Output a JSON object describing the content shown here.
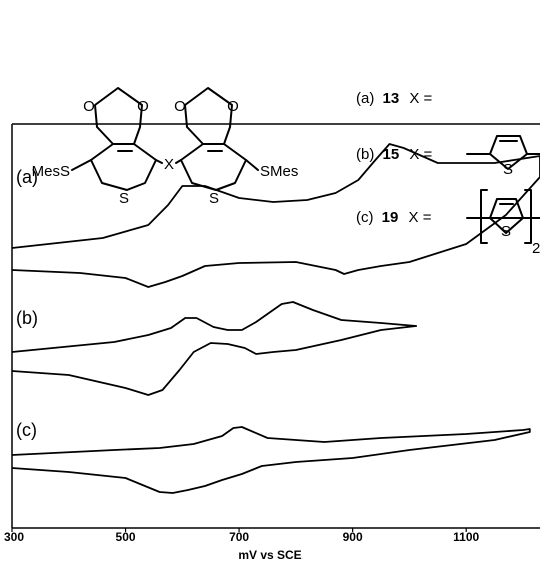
{
  "structure": {
    "left_substituent": "MesS",
    "right_substituent": "SMes",
    "linker": "X",
    "sulfur": "S",
    "oxygen": "O"
  },
  "compounds": [
    {
      "tag": "(a)",
      "number": "13",
      "x_label": "X ="
    },
    {
      "tag": "(b)",
      "number": "15",
      "x_label": "X ="
    },
    {
      "tag": "(c)",
      "number": "19",
      "x_label": "X =",
      "subscript": "2"
    }
  ],
  "chart_data": {
    "type": "line",
    "xlabel": "mV vs SCE",
    "xlim": [
      300,
      1230
    ],
    "xticks": [
      300,
      500,
      700,
      900,
      1100
    ],
    "grid": false,
    "traces": [
      {
        "name": "(a)",
        "label": "(a)",
        "upper": [
          [
            300,
            248
          ],
          [
            460,
            238
          ],
          [
            540,
            225
          ],
          [
            575,
            205
          ],
          [
            600,
            186
          ],
          [
            640,
            186
          ],
          [
            700,
            198
          ],
          [
            760,
            202
          ],
          [
            820,
            200
          ],
          [
            870,
            193
          ],
          [
            910,
            180
          ],
          [
            940,
            160
          ],
          [
            965,
            144
          ],
          [
            990,
            148
          ],
          [
            1050,
            163
          ],
          [
            1150,
            163
          ],
          [
            1230,
            156
          ]
        ],
        "lower": [
          [
            1230,
            177
          ],
          [
            1170,
            215
          ],
          [
            1100,
            244
          ],
          [
            1000,
            262
          ],
          [
            950,
            266
          ],
          [
            910,
            270
          ],
          [
            885,
            274
          ],
          [
            870,
            270
          ],
          [
            800,
            262
          ],
          [
            700,
            263
          ],
          [
            640,
            266
          ],
          [
            600,
            276
          ],
          [
            570,
            282
          ],
          [
            540,
            287
          ],
          [
            500,
            278
          ],
          [
            420,
            273
          ],
          [
            300,
            270
          ]
        ]
      },
      {
        "name": "(b)",
        "label": "(b)",
        "upper": [
          [
            300,
            352
          ],
          [
            480,
            342
          ],
          [
            540,
            335
          ],
          [
            580,
            328
          ],
          [
            605,
            318
          ],
          [
            625,
            318
          ],
          [
            655,
            327
          ],
          [
            680,
            330
          ],
          [
            705,
            330
          ],
          [
            730,
            322
          ],
          [
            755,
            312
          ],
          [
            775,
            304
          ],
          [
            795,
            302
          ],
          [
            830,
            310
          ],
          [
            880,
            320
          ],
          [
            950,
            323
          ],
          [
            1012,
            326
          ]
        ],
        "lower": [
          [
            1012,
            326
          ],
          [
            950,
            330
          ],
          [
            880,
            340
          ],
          [
            840,
            345
          ],
          [
            800,
            350
          ],
          [
            760,
            352
          ],
          [
            730,
            354
          ],
          [
            710,
            348
          ],
          [
            680,
            344
          ],
          [
            650,
            343
          ],
          [
            620,
            352
          ],
          [
            595,
            370
          ],
          [
            565,
            390
          ],
          [
            540,
            395
          ],
          [
            500,
            388
          ],
          [
            400,
            375
          ],
          [
            300,
            371
          ]
        ]
      },
      {
        "name": "(c)",
        "label": "(c)",
        "upper": [
          [
            300,
            455
          ],
          [
            480,
            450
          ],
          [
            560,
            448
          ],
          [
            620,
            444
          ],
          [
            670,
            436
          ],
          [
            690,
            428
          ],
          [
            705,
            427
          ],
          [
            750,
            438
          ],
          [
            850,
            442
          ],
          [
            950,
            438
          ],
          [
            1100,
            434
          ],
          [
            1200,
            430
          ],
          [
            1212,
            429
          ]
        ],
        "lower": [
          [
            1212,
            432
          ],
          [
            1150,
            440
          ],
          [
            1000,
            450
          ],
          [
            900,
            458
          ],
          [
            800,
            462
          ],
          [
            740,
            466
          ],
          [
            705,
            474
          ],
          [
            670,
            480
          ],
          [
            640,
            486
          ],
          [
            610,
            490
          ],
          [
            583,
            493
          ],
          [
            560,
            492
          ],
          [
            500,
            478
          ],
          [
            400,
            472
          ],
          [
            300,
            468
          ]
        ]
      }
    ]
  }
}
